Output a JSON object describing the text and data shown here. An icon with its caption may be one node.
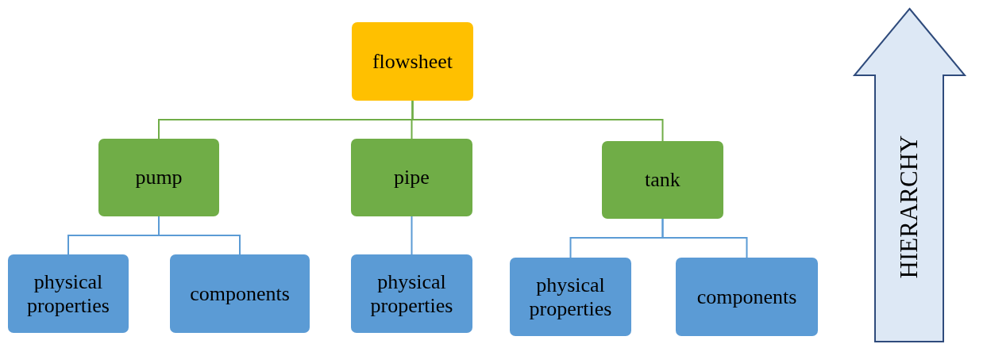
{
  "diagram": {
    "nodes": [
      {
        "text": [
          "flowsheet"
        ]
      },
      {
        "text": [
          "pump"
        ]
      },
      {
        "text": [
          "pipe"
        ]
      },
      {
        "text": [
          "tank"
        ]
      },
      {
        "text": [
          "physical properties"
        ]
      },
      {
        "text": [
          "components"
        ]
      },
      {
        "text": [
          "physical properties"
        ]
      },
      {
        "text": [
          "physical properties"
        ]
      },
      {
        "text": [
          "components"
        ]
      },
      {
        "text": [
          "HIERARCHY"
        ]
      }
    ],
    "edges": [
      {
        "from": 0,
        "to": 1,
        "arrow": "none",
        "color": "#70ad47"
      },
      {
        "from": 0,
        "to": 2,
        "arrow": "none",
        "color": "#70ad47"
      },
      {
        "from": 0,
        "to": 3,
        "arrow": "none",
        "color": "#70ad47"
      },
      {
        "from": 1,
        "to": 4,
        "arrow": "none"
      },
      {
        "from": 1,
        "to": 5,
        "arrow": "none"
      },
      {
        "from": 2,
        "to": 6,
        "arrow": "none"
      },
      {
        "from": 3,
        "to": 7,
        "arrow": "none"
      },
      {
        "from": 3,
        "to": 8,
        "arrow": "none"
      }
    ]
  }
}
